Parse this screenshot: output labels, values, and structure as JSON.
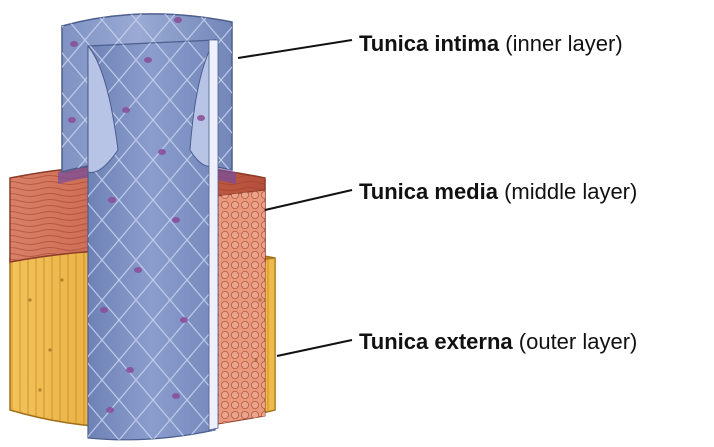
{
  "labels": {
    "intima": {
      "term": "Tunica intima",
      "desc": " (inner layer)"
    },
    "media": {
      "term": "Tunica media",
      "desc": " (middle layer)"
    },
    "externa": {
      "term": "Tunica externa",
      "desc": " (outer layer)"
    }
  },
  "colors": {
    "intima": "#8a9cc8",
    "media": "#c96a52",
    "externa": "#e2a93c",
    "nucleus": "#8a4c98",
    "leader_line": "#111111"
  }
}
